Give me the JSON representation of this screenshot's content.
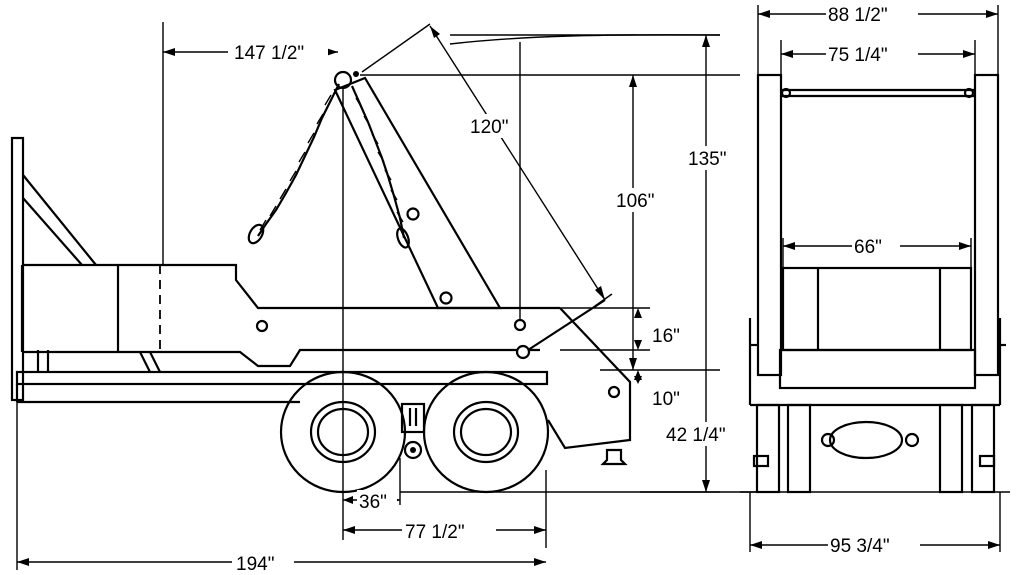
{
  "dimensions": {
    "side_view": {
      "overhead_length": "147 1/2\"",
      "arm_length": "120\"",
      "overall_height": "135\"",
      "pivot_height": "106\"",
      "frame_depth": "16\"",
      "sub_frame": "10\"",
      "frame_height": "42 1/4\"",
      "axle_spacing": "36\"",
      "rear_overhang": "77 1/2\"",
      "overall_length": "194\""
    },
    "rear_view": {
      "overall_width": "88 1/2\"",
      "bar_width": "75 1/4\"",
      "inner_width": "66\"",
      "track_width": "95 3/4\""
    }
  }
}
